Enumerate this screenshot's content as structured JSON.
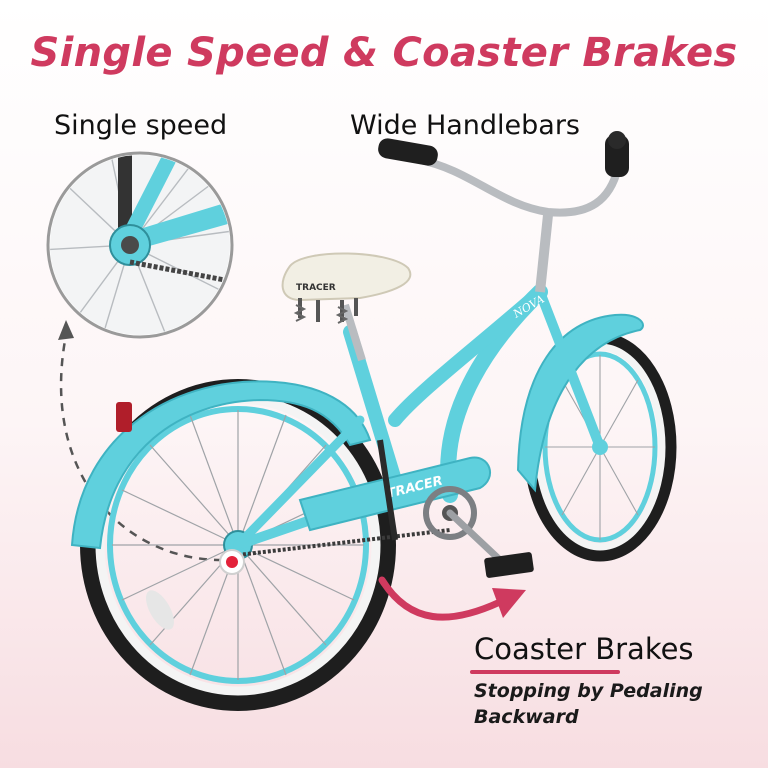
{
  "headline": "Single Speed & Coaster Brakes",
  "labels": {
    "single_speed": "Single speed",
    "wide_handlebars": "Wide Handlebars",
    "coaster_brakes": "Coaster Brakes",
    "coaster_sub_line1": "Stopping by Pedaling",
    "coaster_sub_line2": "Backward"
  },
  "bike_decals": {
    "frame_brand": "TRACER",
    "seat_brand": "TRACER",
    "model": "NOVA"
  },
  "colors": {
    "accent": "#cf3a5f",
    "frame": "#5fd0dd",
    "frame_dark": "#3fb3c2",
    "tire": "#1e1e1e",
    "whitewall": "#f4f4f4",
    "chrome": "#b9bcc0",
    "seat": "#f2efe4"
  }
}
